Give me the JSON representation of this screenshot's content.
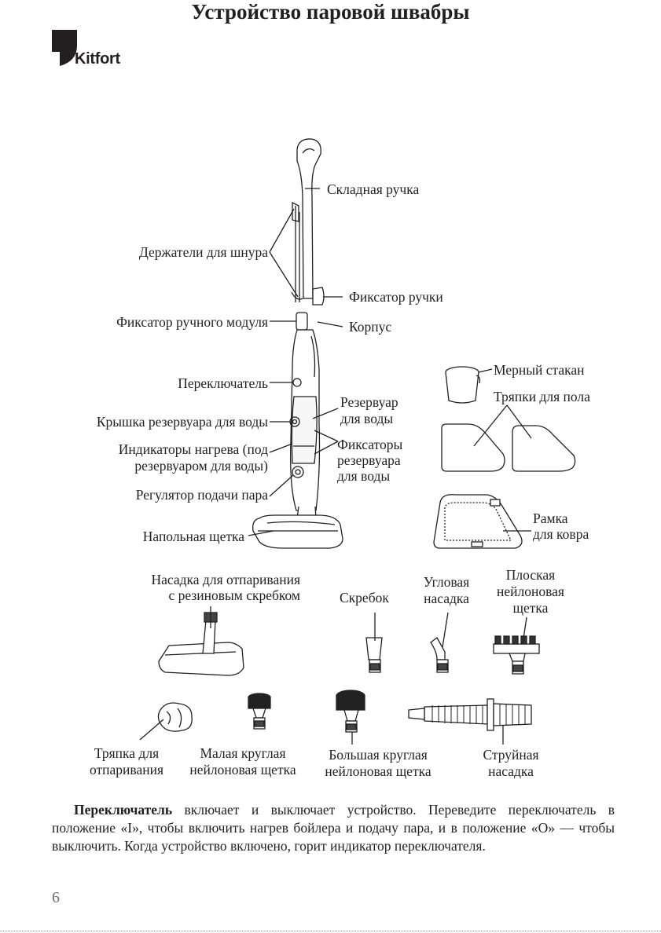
{
  "header": {
    "brand": "Kitfort",
    "title": "Устройство паровой швабры"
  },
  "labels": {
    "handle": "Складная ручка",
    "cord_holders": "Держатели для шнура",
    "handle_lock": "Фиксатор ручки",
    "module_lock": "Фиксатор ручного модуля",
    "body": "Корпус",
    "switch": "Переключатель",
    "tank_1": "Резервуар",
    "tank_2": "для воды",
    "tank_cap": "Крышка резервуара для воды",
    "indicators_1": "Индикаторы нагрева (под",
    "indicators_2": "резервуаром для воды)",
    "tank_locks_1": "Фиксаторы",
    "tank_locks_2": "резервуара",
    "tank_locks_3": "для воды",
    "steam_regulator": "Регулятор подачи пара",
    "floor_brush": "Напольная щетка",
    "measuring_cup": "Мерный стакан",
    "floor_cloths": "Тряпки для пола",
    "carpet_frame_1": "Рамка",
    "carpet_frame_2": "для ковра",
    "steam_nozzle_1": "Насадка для отпаривания",
    "steam_nozzle_2": "с резиновым скребком",
    "scraper": "Скребок",
    "angle_nozzle_1": "Угловая",
    "angle_nozzle_2": "насадка",
    "flat_brush_1": "Плоская",
    "flat_brush_2": "нейлоновая",
    "flat_brush_3": "щетка",
    "steam_cloth_1": "Тряпка для",
    "steam_cloth_2": "отпаривания",
    "small_brush_1": "Малая круглая",
    "small_brush_2": "нейлоновая щетка",
    "large_brush_1": "Большая круглая",
    "large_brush_2": "нейлоновая щетка",
    "jet_nozzle_1": "Струйная",
    "jet_nozzle_2": "насадка"
  },
  "body_text": {
    "term": "Переключатель",
    "text": " включает и выключает устройство. Переведите переключатель в положение «I», чтобы включить нагрев бойлера и подачу пара, и в положение «O» — чтобы выключить. Когда устройство включено, горит индикатор переключателя."
  },
  "page_number": "6"
}
